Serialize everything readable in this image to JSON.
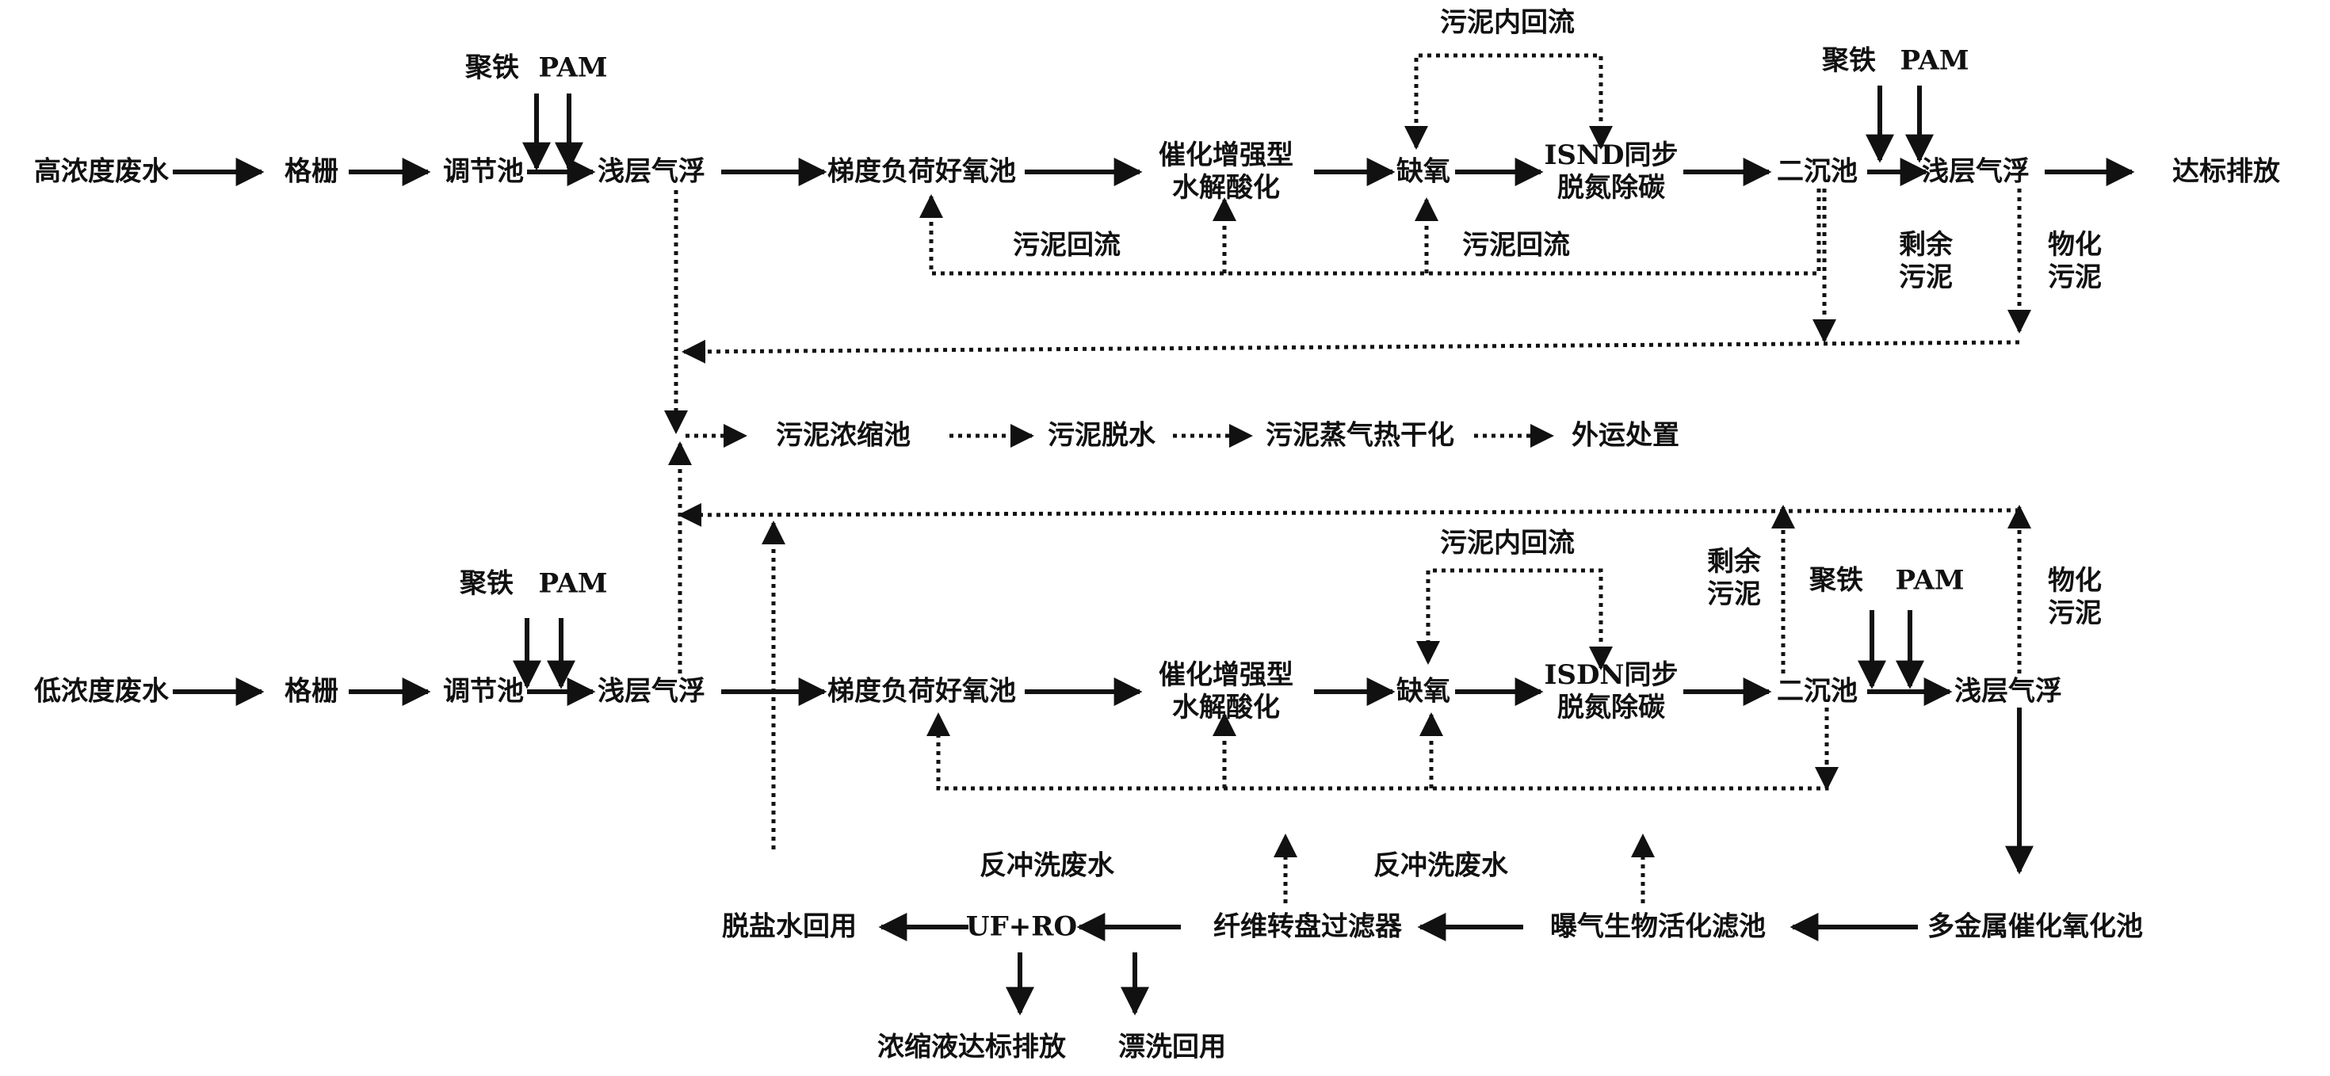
{
  "top_line": {
    "nodes": {
      "source": "高浓度废水",
      "screen": "格栅",
      "equalization": "调节池",
      "flotation_1": "浅层气浮",
      "aerobic": "梯度负荷好氧池",
      "hydrolysis": [
        "催化增强型",
        "水解酸化"
      ],
      "anoxic": "缺氧",
      "isnd": [
        "ISND同步",
        "脱氮除碳"
      ],
      "clarifier": "二沉池",
      "flotation_2": "浅层气浮",
      "discharge": "达标排放"
    },
    "chemicals": {
      "dose_1": "聚铁",
      "dose_1_b": "PAM",
      "dose_2": "聚铁",
      "dose_2_b": "PAM"
    },
    "notes": {
      "internal_recycle": "污泥内回流",
      "recycle_1": "污泥回流",
      "recycle_2": "污泥回流",
      "excess_sludge": [
        "剩余",
        "污泥"
      ],
      "chemical_sludge": [
        "物化",
        "污泥"
      ]
    }
  },
  "sludge_line": {
    "thickener": "污泥浓缩池",
    "dewatering": "污泥脱水",
    "drying": "污泥蒸气热干化",
    "disposal": "外运处置"
  },
  "bottom_line": {
    "nodes": {
      "source": "低浓度废水",
      "screen": "格栅",
      "equalization": "调节池",
      "flotation_1": "浅层气浮",
      "aerobic": "梯度负荷好氧池",
      "hydrolysis": [
        "催化增强型",
        "水解酸化"
      ],
      "anoxic": "缺氧",
      "isdn": [
        "ISDN同步",
        "脱氮除碳"
      ],
      "clarifier": "二沉池",
      "flotation_2": "浅层气浮"
    },
    "chemicals": {
      "dose_1": "聚铁",
      "dose_1_b": "PAM",
      "dose_2": "聚铁",
      "dose_2_b": "PAM"
    },
    "notes": {
      "internal_recycle": "污泥内回流",
      "excess_sludge": [
        "剩余",
        "污泥"
      ],
      "chemical_sludge": [
        "物化",
        "污泥"
      ]
    }
  },
  "advanced_line": {
    "oxidation": "多金属催化氧化池",
    "baf": "曝气生物活化滤池",
    "disc_filter": "纤维转盘过滤器",
    "membrane": "UF+RO",
    "reuse": "脱盐水回用",
    "backwash_1": "反冲洗废水",
    "backwash_2": "反冲洗废水",
    "concentrate": "浓缩液达标排放",
    "rinse": "漂洗回用"
  },
  "colors": {
    "ink": "#111111",
    "background": "#ffffff"
  }
}
